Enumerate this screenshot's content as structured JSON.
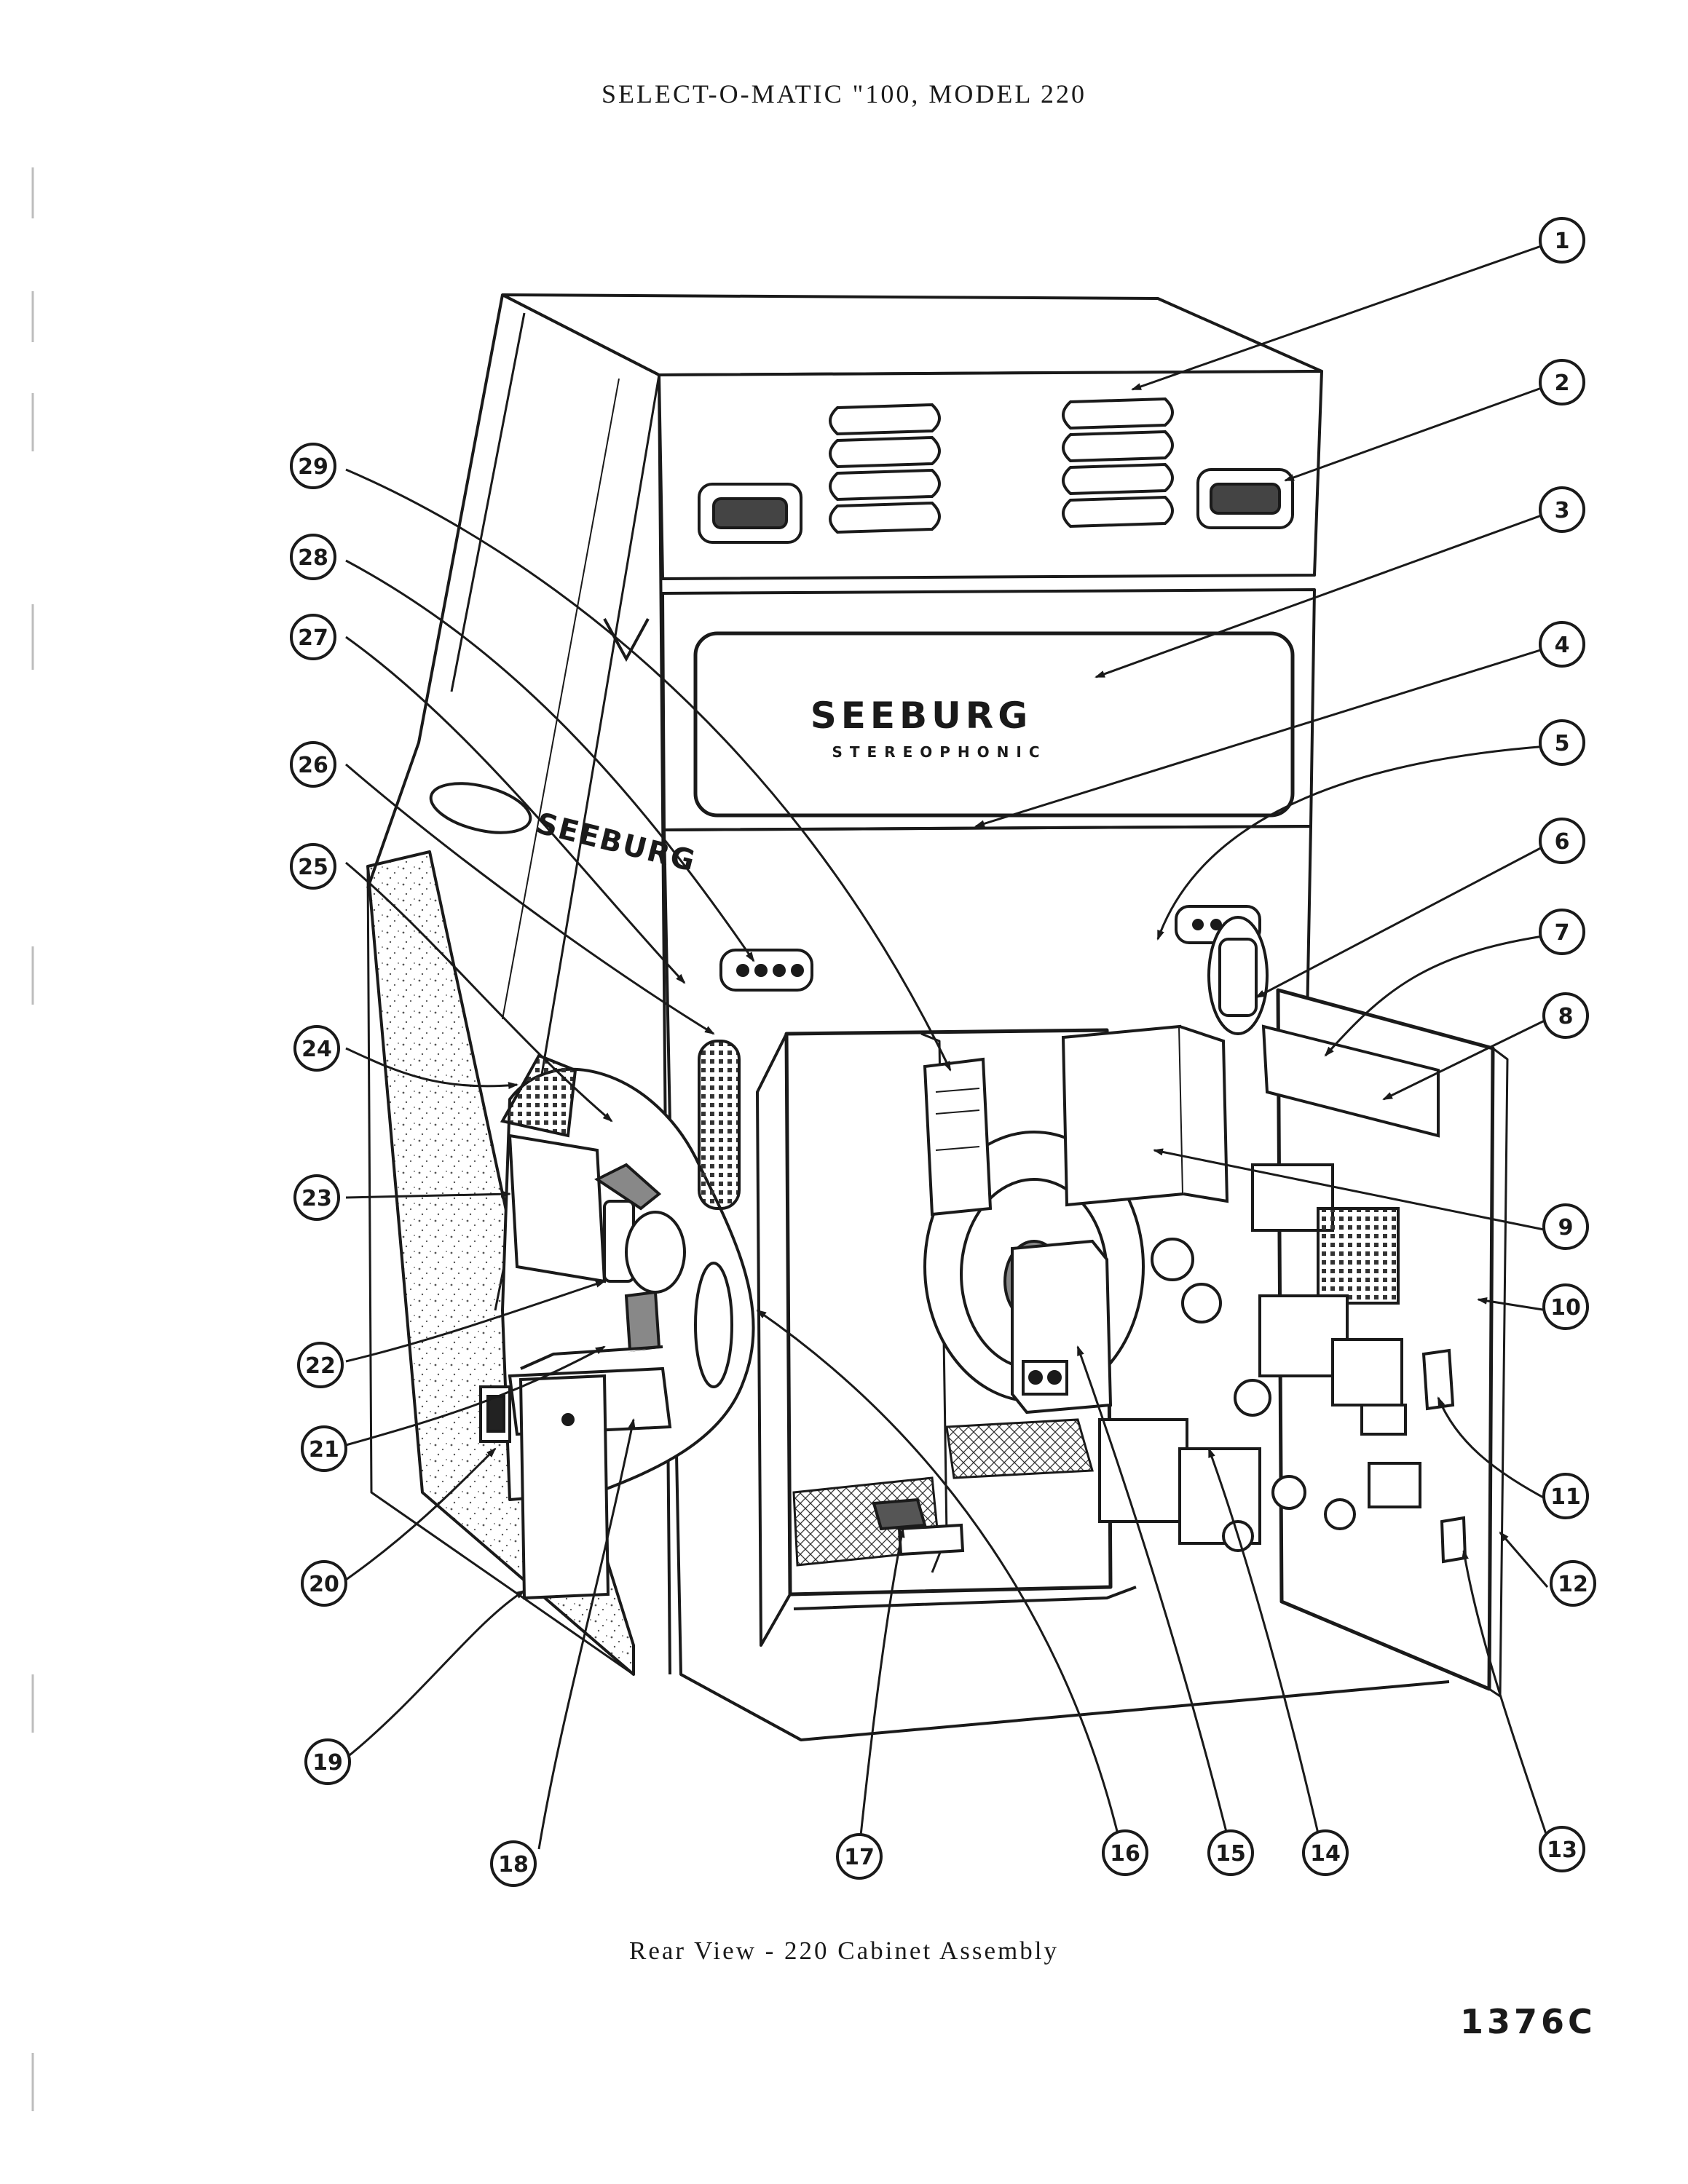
{
  "header": {
    "title": "SELECT-O-MATIC \"100, MODEL 220"
  },
  "caption": "Rear View - 220 Cabinet Assembly",
  "doc_number": "1376C",
  "cabinet": {
    "brand": "SEEBURG",
    "sub_brand": "STEREOPHONIC",
    "side_logo": "SEEBURG"
  },
  "callouts": [
    "1",
    "2",
    "3",
    "4",
    "5",
    "6",
    "7",
    "8",
    "9",
    "10",
    "11",
    "12",
    "13",
    "14",
    "15",
    "16",
    "17",
    "18",
    "19",
    "20",
    "21",
    "22",
    "23",
    "24",
    "25",
    "26",
    "27",
    "28",
    "29"
  ],
  "colors": {
    "ink": "#1a1a1a",
    "paper": "#ffffff",
    "shade": "#cfcfcf"
  }
}
